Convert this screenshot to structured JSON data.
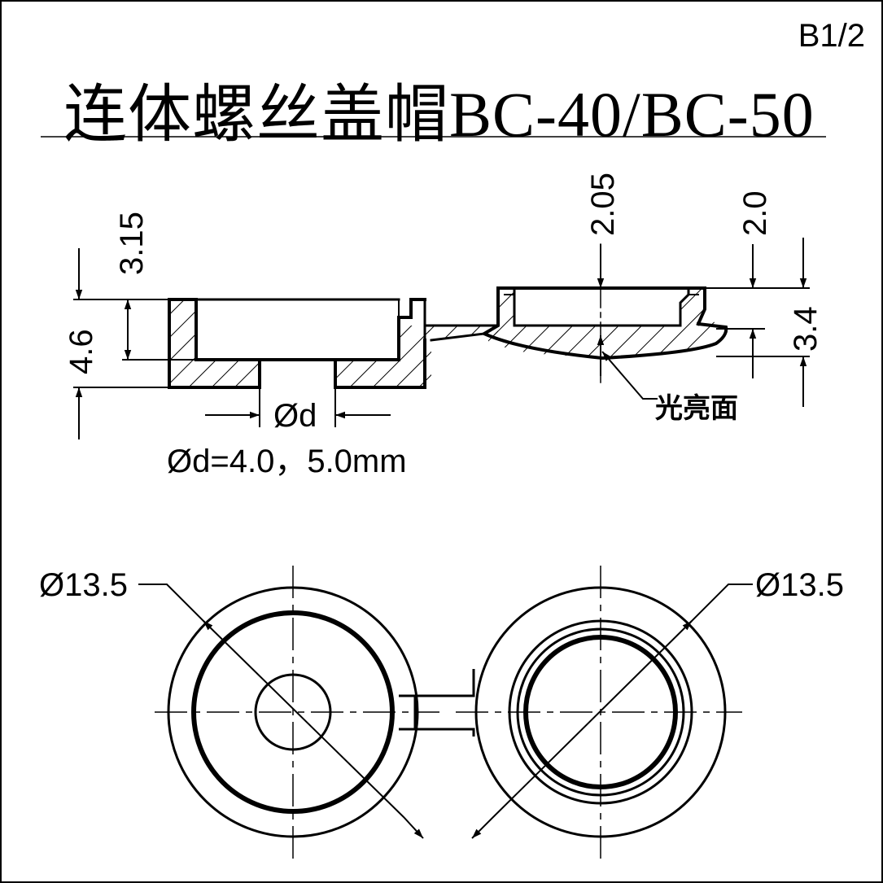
{
  "sheet_label": "B1/2",
  "title": "连体螺丝盖帽BC-40/BC-50",
  "section_view": {
    "dims": {
      "d315": "3.15",
      "d46": "4.6",
      "d205": "2.05",
      "d20": "2.0",
      "d34": "3.4"
    },
    "hole_label": "Ød",
    "hole_note": "Ød=4.0，5.0mm",
    "surface_note": "光亮面"
  },
  "plan_view": {
    "left_diameter": "Ø13.5",
    "right_diameter": "Ø13.5"
  }
}
